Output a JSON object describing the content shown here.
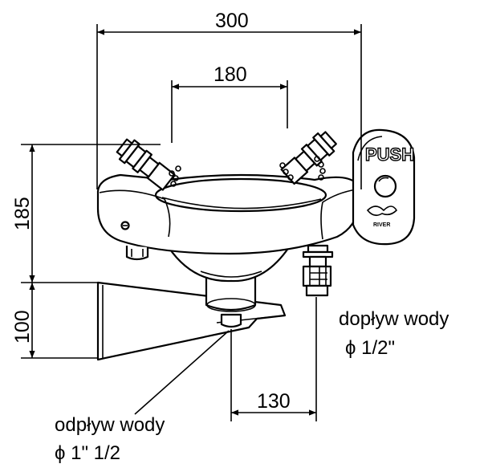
{
  "dimensions": {
    "width_total": "300",
    "nozzle_spacing": "180",
    "height_bowl": "185",
    "height_bracket": "100",
    "drain_offset": "130"
  },
  "labels": {
    "inlet_title": "dopływ wody",
    "inlet_size": "ϕ 1/2\"",
    "drain_title": "odpływ wody",
    "drain_size": "ϕ 1\" 1/2",
    "push_plate": "PUSH",
    "brand": "RIVER"
  }
}
